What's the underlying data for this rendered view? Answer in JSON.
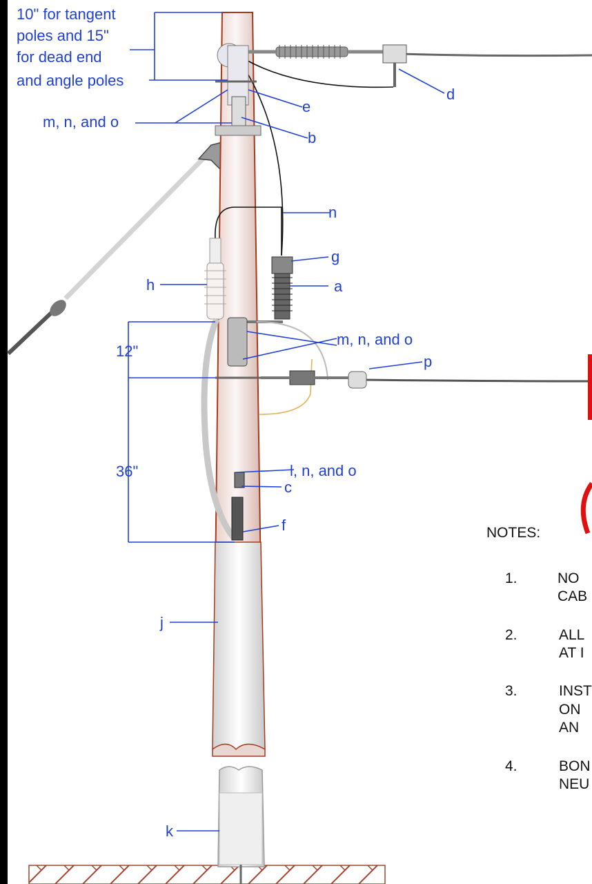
{
  "callouts": {
    "spacing_note": [
      "10\" for tangent",
      "poles and 15\"",
      "for dead end",
      "and angle poles"
    ],
    "m_n_o_top": "m, n, and o",
    "e": "e",
    "b": "b",
    "d": "d",
    "n": "n",
    "g": "g",
    "a": "a",
    "h": "h",
    "m_n_o_mid": "m, n, and o",
    "p": "p",
    "l_n_o": "l, n, and o",
    "c": "c",
    "f": "f",
    "j": "j",
    "k": "k"
  },
  "dimensions": {
    "d12": "12\"",
    "d36": "36\""
  },
  "notes": {
    "heading": "NOTES:",
    "items": [
      {
        "num": "1.",
        "lines": [
          "NO",
          "CAB"
        ]
      },
      {
        "num": "2.",
        "lines": [
          "ALL",
          "AT I"
        ]
      },
      {
        "num": "3.",
        "lines": [
          "INST",
          "ON",
          "AN"
        ]
      },
      {
        "num": "4.",
        "lines": [
          "BON",
          "NEU"
        ]
      }
    ]
  },
  "colors": {
    "label_blue": "#1f3fd6",
    "pole_outline": "#a33a1a",
    "pole_fill": "#f3e8e6",
    "ground_hatch": "#a0452a",
    "red_accent": "#e01010"
  }
}
